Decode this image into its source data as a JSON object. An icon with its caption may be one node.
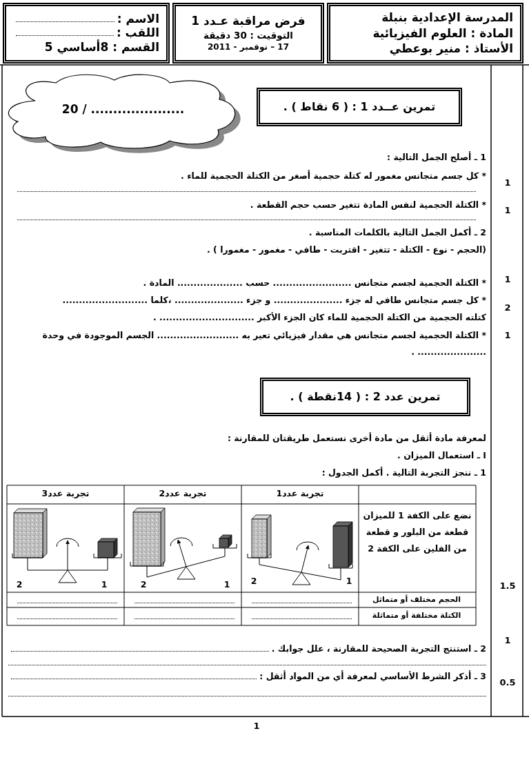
{
  "diagram": {
    "nodes": [
      {
        "text": [
          "المدرسة الإعدادية بنبلة",
          "المادة : العلوم الفيزيائية",
          "الأستاذ : منير  بوعطي"
        ]
      },
      {
        "text": [
          "فرض مراقبة عـدد 1",
          "التوقيت : 30 دقيقة",
          "17 – نوفمبر - 2011"
        ]
      },
      {
        "text": [
          "الاسم :",
          "اللقب :",
          "القسم : 8أساسي 5"
        ]
      },
      {
        "text": [
          "20 / ....................."
        ]
      },
      {
        "text": [
          "تمرين عــدد 1 : ( 6 نقاط ) ."
        ]
      },
      {
        "text": [
          "تمرين عدد 2 : ( 14نقطة ) ."
        ]
      }
    ],
    "labels": [
      "1 ـ أصلح الجمل التالية :",
      "1",
      "* كل جسم متجانس مغمور له كتلة حجمية أصغر من الكتلة الحجمية للماء .",
      "1",
      "* الكتلة الحجمية لنفس المادة تتغير حسب حجم القطعة .",
      "2 ـ أكمل الجمل التالية بالكلمات المناسبة .",
      "(الحجم  -  نوع  -  الكتلة  -  تتغير  -  اقتربت  -  طافي  -  مغمور  -  مغمورا ) .",
      "1",
      "* الكتلة الحجمية لجسم متجانس ........................ حسب .................... المادة .",
      "2",
      "* كل جسم متجانس طافي له جزء ..................... و جزء ..................... ،كلما ..........................",
      "كتلته الحجمية من الكتلة الحجمية للماء كان الجزء الأكبر ............................. .",
      "1",
      "* الكتلة الحجمية لجسم متجانس هي مقدار فيزيائي تعير به ......................... الجسم الموجودة في وحدة ..................... .",
      "لمعرفة مادة أثقل من مادة أخرى نستعمل طريقتان للمقارنة :",
      "I ـ استعمال الميزان .",
      "1 ـ ننجز التجربة التالية . أكمل الجدول :",
      "1.5",
      "تجربة عدد1",
      "تجربة عدد2",
      "تجربة عدد3",
      "نضع على الكفة 1 للميزان قطعة من البلور و قطعة من الفلين على الكفة 2",
      "1",
      "2",
      "1",
      "2",
      "1",
      "2",
      "الحجم مختلف أو متماثل",
      "الكتلة مختلفة أو متماثلة",
      "1",
      "2 ـ  استنتج التجربة الصحيحة للمقارنة ، علل جوابك .",
      "0.5",
      "3 ـ أذكر الشرط الأساسي لمعرفة أي من المواد أثقل :",
      "1"
    ]
  }
}
